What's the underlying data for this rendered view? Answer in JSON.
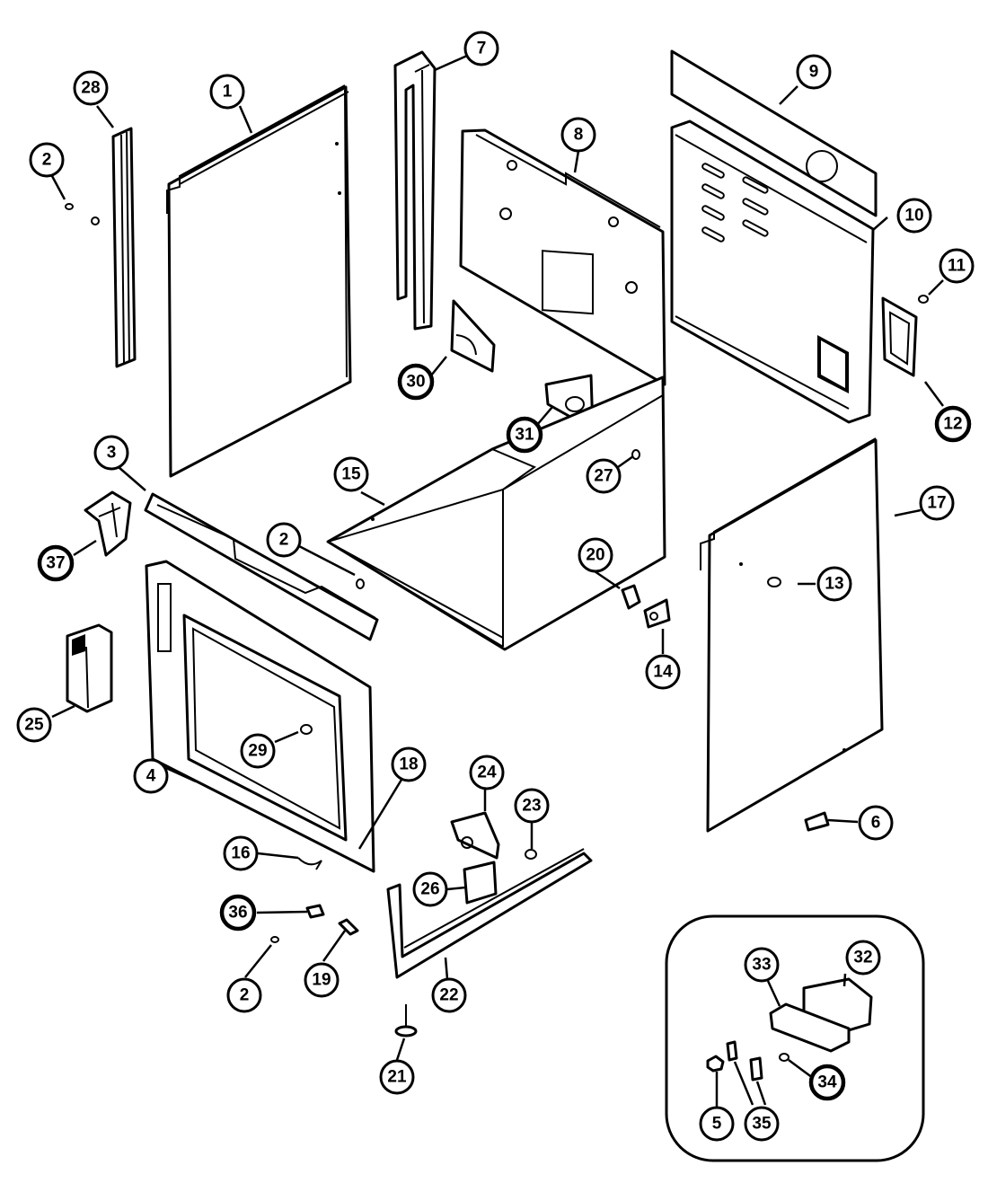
{
  "diagram": {
    "callouts": [
      "1",
      "2",
      "3",
      "4",
      "5",
      "6",
      "7",
      "8",
      "9",
      "10",
      "11",
      "12",
      "13",
      "14",
      "15",
      "16",
      "17",
      "18",
      "19",
      "20",
      "21",
      "22",
      "23",
      "24",
      "25",
      "26",
      "27",
      "28",
      "29",
      "30",
      "31",
      "32",
      "33",
      "34",
      "35",
      "36",
      "37"
    ],
    "balloon_labels": {
      "p1": "1",
      "p2a": "2",
      "p2b": "2",
      "p2c": "2",
      "p3": "3",
      "p4": "4",
      "p5": "5",
      "p6": "6",
      "p7": "7",
      "p8": "8",
      "p9": "9",
      "p10": "10",
      "p11": "11",
      "p12": "12",
      "p13": "13",
      "p14": "14",
      "p15": "15",
      "p16": "16",
      "p17": "17",
      "p18": "18",
      "p19": "19",
      "p20": "20",
      "p21": "21",
      "p22": "22",
      "p23": "23",
      "p24": "24",
      "p25": "25",
      "p26": "26",
      "p27": "27",
      "p28": "28",
      "p29": "29",
      "p30": "30",
      "p31": "31",
      "p32": "32",
      "p33": "33",
      "p34": "34",
      "p35": "35",
      "p36": "36",
      "p37": "37"
    }
  }
}
